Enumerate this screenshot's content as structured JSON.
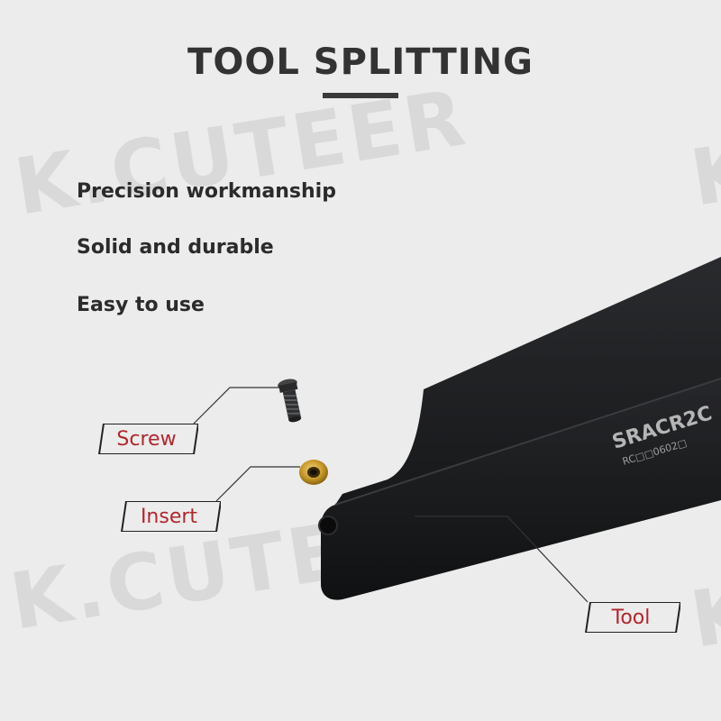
{
  "title": "TOOL SPLITTING",
  "watermark": "K.CUTEER",
  "features": [
    "Precision workmanship",
    "Solid and durable",
    "Easy to use"
  ],
  "callouts": {
    "screw": "Screw",
    "insert": "Insert",
    "tool": "Tool"
  },
  "tool_marking": {
    "model": "SRACR2C",
    "code": "RC□□0602□"
  },
  "colors": {
    "background": "#ececec",
    "title": "#333333",
    "callout_text": "#b2262c",
    "tool_body": "#1e1f21",
    "insert_gold": "#c99a2a"
  }
}
